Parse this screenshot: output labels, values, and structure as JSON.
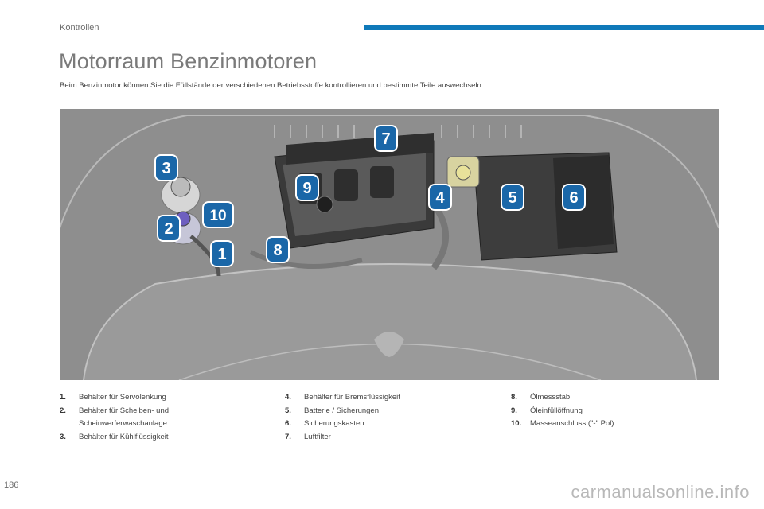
{
  "header": {
    "section": "Kontrollen",
    "accent_color": "#0f79b9"
  },
  "title": "Motorraum Benzinmotoren",
  "intro": "Beim Benzinmotor können Sie die Füllstände der verschiedenen Betriebsstoffe kontrollieren und bestimmte Teile auswechseln.",
  "callouts": [
    "1",
    "2",
    "3",
    "4",
    "5",
    "6",
    "7",
    "8",
    "9",
    "10"
  ],
  "legend": {
    "col1": [
      {
        "num": "1.",
        "label": "Behälter für Servolenkung"
      },
      {
        "num": "2.",
        "label": "Behälter für Scheiben- und",
        "cont": "Scheinwerferwaschanlage"
      },
      {
        "num": "3.",
        "label": "Behälter für Kühlflüssigkeit"
      }
    ],
    "col2": [
      {
        "num": "4.",
        "label": "Behälter für Bremsflüssigkeit"
      },
      {
        "num": "5.",
        "label": "Batterie / Sicherungen"
      },
      {
        "num": "6.",
        "label": "Sicherungskasten"
      },
      {
        "num": "7.",
        "label": "Luftfilter"
      }
    ],
    "col3": [
      {
        "num": "8.",
        "label": "Ölmessstab"
      },
      {
        "num": "9.",
        "label": "Öleinfüllöffnung"
      },
      {
        "num": "10.",
        "label": "Masseanschluss (\"-\" Pol)."
      }
    ]
  },
  "footer": {
    "page_number": "186",
    "watermark": "carmanualsonline.info"
  }
}
